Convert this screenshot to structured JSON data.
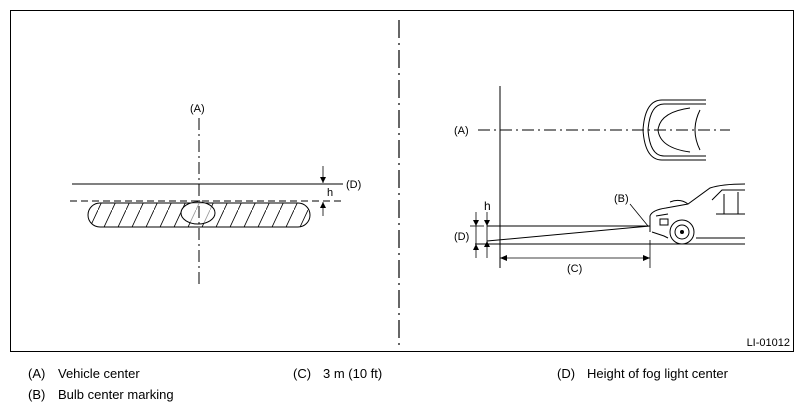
{
  "figure": {
    "id_label": "LI-01012",
    "left_view": {
      "label_a": "(A)",
      "label_d": "(D)",
      "label_h": "h"
    },
    "right_view": {
      "label_a": "(A)",
      "label_b": "(B)",
      "label_c": "(C)",
      "label_d": "(D)",
      "label_h": "h"
    }
  },
  "legend": [
    {
      "key": "(A)",
      "text": "Vehicle center"
    },
    {
      "key": "(C)",
      "text": "3 m (10 ft)"
    },
    {
      "key": "(D)",
      "text": "Height of fog light center"
    },
    {
      "key": "(B)",
      "text": "Bulb center marking"
    }
  ],
  "colors": {
    "line": "#000000",
    "background": "#ffffff"
  }
}
